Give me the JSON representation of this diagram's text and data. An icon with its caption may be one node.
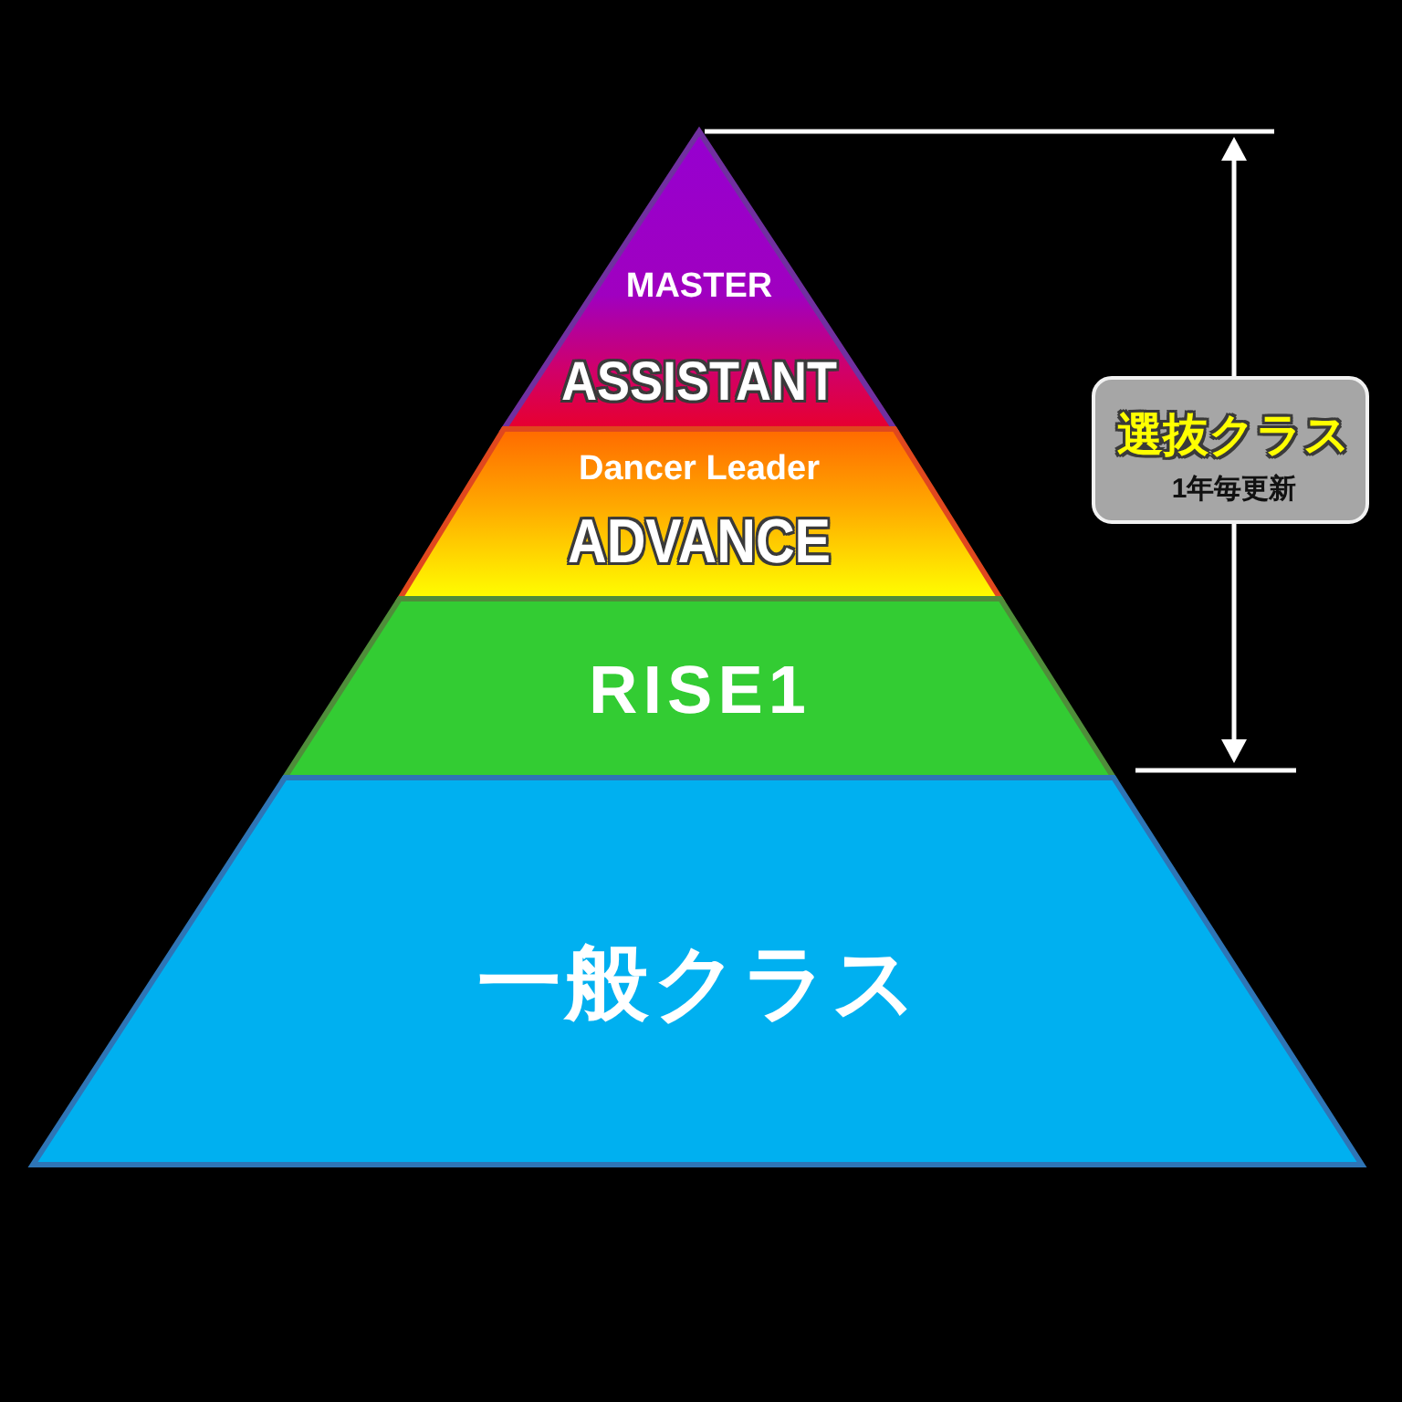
{
  "diagram": {
    "nodes": [
      {
        "text": [
          "MASTER",
          "ASSISTANT"
        ]
      },
      {
        "text": [
          "Dancer Leader",
          "ADVANCE"
        ]
      },
      {
        "text": [
          "RISE1"
        ]
      },
      {
        "text": [
          "一般クラス"
        ]
      },
      {
        "text": [
          "選抜クラス",
          "1年毎更新"
        ]
      }
    ]
  }
}
